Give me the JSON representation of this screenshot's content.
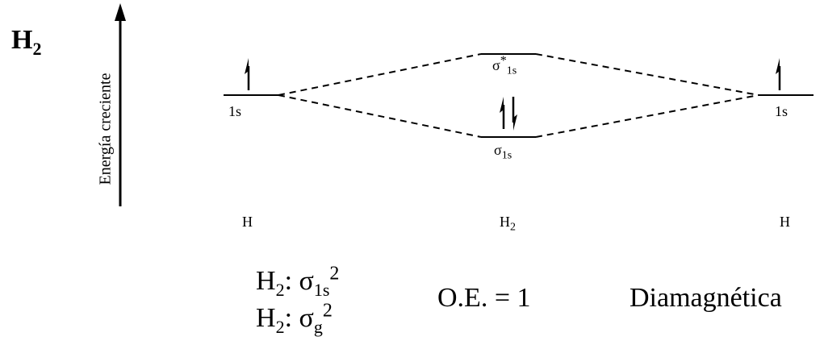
{
  "molecule_title": {
    "base": "H",
    "sub": "2"
  },
  "energy_axis_label": "Energía creciente",
  "levels": {
    "left_atomic": {
      "label": "1s",
      "atom": "H",
      "electrons": "up"
    },
    "right_atomic": {
      "label": "1s",
      "atom": "H",
      "electrons": "up"
    },
    "antibonding": {
      "base": "σ",
      "sup": "*",
      "sub": "1s",
      "electrons": "none"
    },
    "bonding": {
      "base": "σ",
      "sub": "1s",
      "electrons": "paired"
    },
    "molecule": {
      "base": "H",
      "sub": "2"
    }
  },
  "configurations": [
    {
      "mol_base": "H",
      "mol_sub": "2",
      "sep": ": ",
      "orb": "σ",
      "orb_sub": "1s",
      "exp": "2"
    },
    {
      "mol_base": "H",
      "mol_sub": "2",
      "sep": ": ",
      "orb": "σ",
      "orb_sub": "g",
      "exp": "2"
    }
  ],
  "bond_order": "O.E. = 1",
  "magnetism": "Diamagnética"
}
